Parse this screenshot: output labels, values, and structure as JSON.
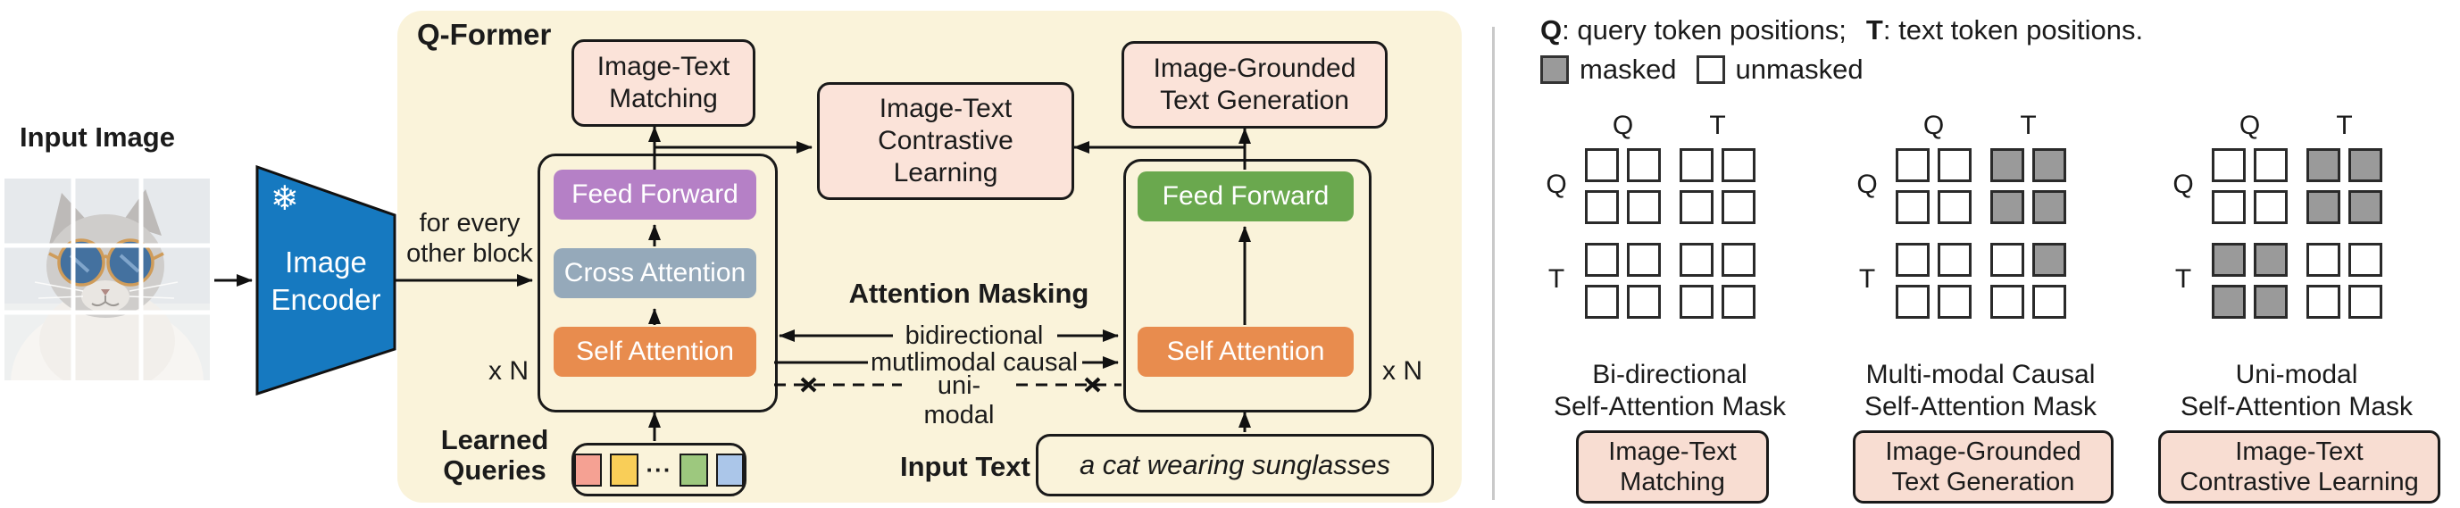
{
  "left_panel": {
    "input_image_label": "Input Image",
    "encoder_line1": "Image",
    "encoder_line2": "Encoder",
    "frozen_icon": "❄"
  },
  "qformer": {
    "title": "Q-Former",
    "for_every_line1": "for every",
    "for_every_line2": "other block",
    "itm_line1": "Image-Text",
    "itm_line2": "Matching",
    "itc_line1": "Image-Text",
    "itc_line2": "Contrastive",
    "itc_line3": "Learning",
    "igt_line1": "Image-Grounded",
    "igt_line2": "Text Generation",
    "feed_forward_left": "Feed Forward",
    "cross_attention": "Cross Attention",
    "self_attention_left": "Self Attention",
    "feed_forward_right": "Feed Forward",
    "self_attention_right": "Self Attention",
    "repeat_left": "x N",
    "repeat_right": "x N",
    "attention_masking_title": "Attention Masking",
    "mask_bidirectional": "bidirectional",
    "mask_multimodal": "mutlimodal causal",
    "mask_unimodal": "uni-modal",
    "learned_line1": "Learned",
    "learned_line2": "Queries",
    "query_ellipsis": "···",
    "query_colors": [
      "#f5a193",
      "#f9ce58",
      "#9dc87e",
      "#abc6e9"
    ],
    "input_text_label": "Input Text",
    "input_text_value": "a cat wearing sunglasses"
  },
  "legend": {
    "q_bold": "Q",
    "q_text": ": query token positions;",
    "t_bold": "T",
    "t_text": ": text token positions.",
    "masked_label": "masked",
    "unmasked_label": "unmasked"
  },
  "masks": {
    "figures": [
      {
        "col_q": "Q",
        "col_t": "T",
        "row_q": "Q",
        "row_t": "T",
        "caption_line1": "Bi-directional",
        "caption_line2": "Self-Attention Mask",
        "task_line1": "Image-Text",
        "task_line2": "Matching",
        "pattern": [
          [
            0,
            0,
            0,
            0
          ],
          [
            0,
            0,
            0,
            0
          ],
          [
            0,
            0,
            0,
            0
          ],
          [
            0,
            0,
            0,
            0
          ]
        ]
      },
      {
        "col_q": "Q",
        "col_t": "T",
        "row_q": "Q",
        "row_t": "T",
        "caption_line1": "Multi-modal Causal",
        "caption_line2": "Self-Attention Mask",
        "task_line1": "Image-Grounded",
        "task_line2": "Text Generation",
        "pattern": [
          [
            0,
            0,
            1,
            1
          ],
          [
            0,
            0,
            1,
            1
          ],
          [
            0,
            0,
            0,
            1
          ],
          [
            0,
            0,
            0,
            0
          ]
        ]
      },
      {
        "col_q": "Q",
        "col_t": "T",
        "row_q": "Q",
        "row_t": "T",
        "caption_line1": "Uni-modal",
        "caption_line2": "Self-Attention Mask",
        "task_line1": "Image-Text",
        "task_line2": "Contrastive Learning",
        "pattern": [
          [
            0,
            0,
            1,
            1
          ],
          [
            0,
            0,
            1,
            1
          ],
          [
            1,
            1,
            0,
            0
          ],
          [
            1,
            1,
            0,
            0
          ]
        ]
      }
    ]
  },
  "colors": {
    "panel_bg": "#faf3da",
    "head_box_pink": "#fbe3d9",
    "task_box_pink": "#f8ddd2",
    "feed_forward_purple": "#b580c6",
    "cross_attention_gray": "#95a9ba",
    "self_attention_orange": "#e88c4e",
    "feed_forward_green": "#6aa84e",
    "encoder_blue": "#1679c0",
    "masked_gray": "#9a9a9a"
  }
}
